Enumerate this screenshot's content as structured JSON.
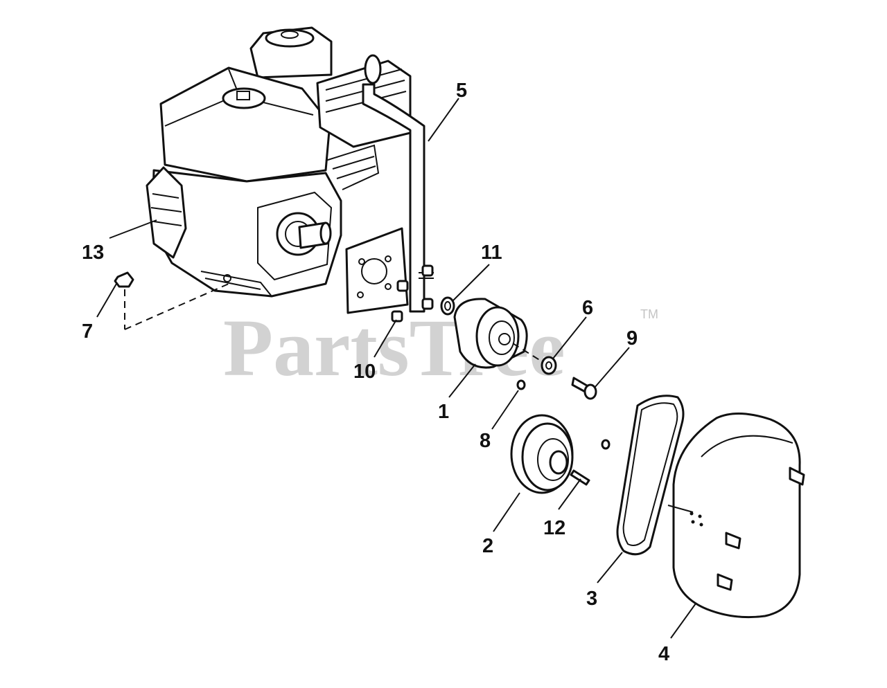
{
  "watermark": {
    "text": "PartsTree",
    "trademark": "TM",
    "color": "#d2d2d2"
  },
  "callouts": {
    "p1": "1",
    "p2": "2",
    "p3": "3",
    "p4": "4",
    "p5": "5",
    "p6": "6",
    "p7": "7",
    "p8": "8",
    "p9": "9",
    "p10": "10",
    "p11": "11",
    "p12": "12",
    "p13": "13"
  },
  "colors": {
    "line": "#111111",
    "background": "#ffffff"
  }
}
